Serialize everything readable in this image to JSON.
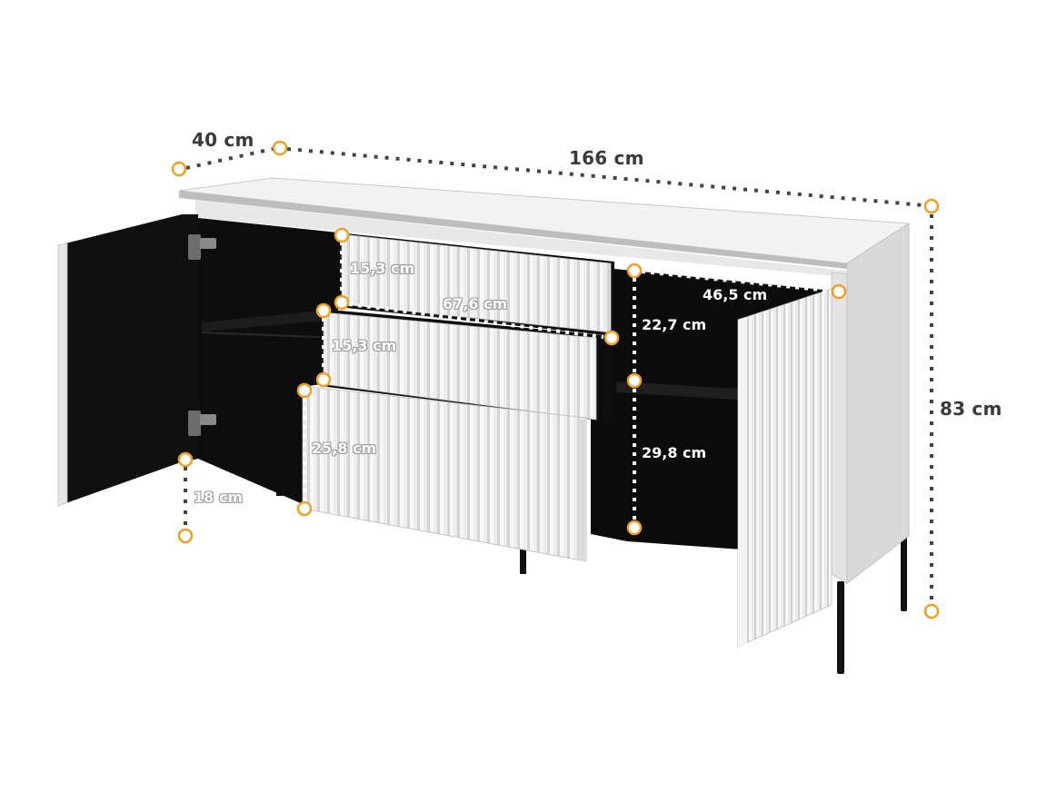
{
  "diagram": {
    "subject": "Sideboard cabinet with 2 doors and 3 drawers",
    "colors": {
      "body": "#e6e6e6",
      "body_shade": "#cfcfcf",
      "top": "#f0f0f0",
      "interior": "#0d0d0d",
      "legs": "#111111",
      "marker": "#f0a020",
      "dim_dark": "#444444",
      "dim_light": "#ffffff"
    },
    "dimensions": {
      "depth": "40 cm",
      "width": "166 cm",
      "height": "83 cm",
      "leg_height": "18 cm",
      "drawer_top_height": "15,3 cm",
      "drawer_width": "67,6 cm",
      "drawer_middle_height": "15,3 cm",
      "drawer_bottom_height": "25,8 cm",
      "interior_depth": "46,5 cm",
      "upper_compartment_height": "22,7 cm",
      "lower_compartment_height": "29,8 cm"
    }
  }
}
